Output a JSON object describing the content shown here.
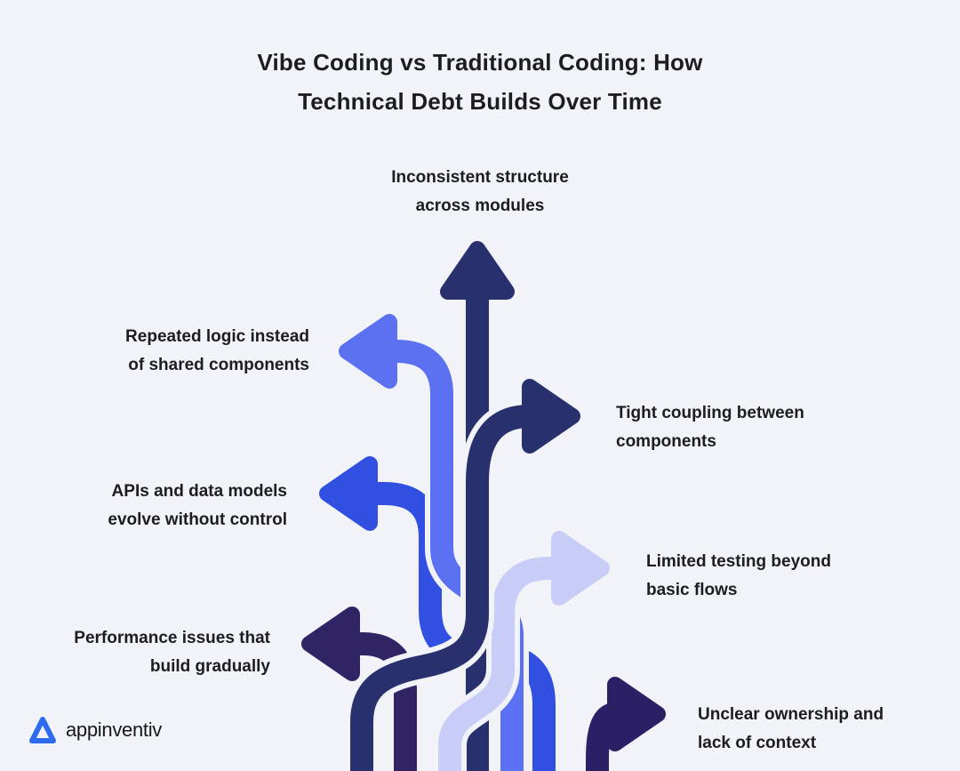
{
  "title": {
    "line1": "Vibe Coding vs Traditional Coding: How",
    "line2": "Technical Debt Builds Over Time"
  },
  "labels": {
    "inconsistent": {
      "line1": "Inconsistent structure",
      "line2": "across modules"
    },
    "repeated": {
      "line1": "Repeated logic instead",
      "line2": "of shared components"
    },
    "tight": {
      "line1": "Tight coupling between",
      "line2": "components"
    },
    "apis": {
      "line1": "APIs and data models",
      "line2": "evolve without control"
    },
    "limited": {
      "line1": "Limited testing beyond",
      "line2": "basic flows"
    },
    "performance": {
      "line1": "Performance issues that",
      "line2": "build gradually"
    },
    "unclear": {
      "line1": "Unclear ownership and",
      "line2": "lack of context"
    }
  },
  "arrows": [
    {
      "name": "inconsistent-structure",
      "direction": "up",
      "color": "#28316e"
    },
    {
      "name": "repeated-logic",
      "direction": "left",
      "color": "#5b71f1"
    },
    {
      "name": "tight-coupling",
      "direction": "right",
      "color": "#28316e"
    },
    {
      "name": "apis-data-models",
      "direction": "left",
      "color": "#3150e2"
    },
    {
      "name": "limited-testing",
      "direction": "right",
      "color": "#c8cdf7"
    },
    {
      "name": "performance-issues",
      "direction": "left",
      "color": "#302465"
    },
    {
      "name": "unclear-ownership",
      "direction": "right",
      "color": "#2b2065"
    }
  ],
  "colors": {
    "background": "#f1f3f9",
    "navy": "#28316e",
    "periwinkle": "#5b71f1",
    "royal": "#3150e2",
    "lavender": "#c8cdf7",
    "purple": "#302465",
    "indigo": "#2b2065",
    "text": "#1d1d20",
    "logo_blue": "#2e6bf0"
  },
  "branding": {
    "logo_text": "appinventiv"
  }
}
